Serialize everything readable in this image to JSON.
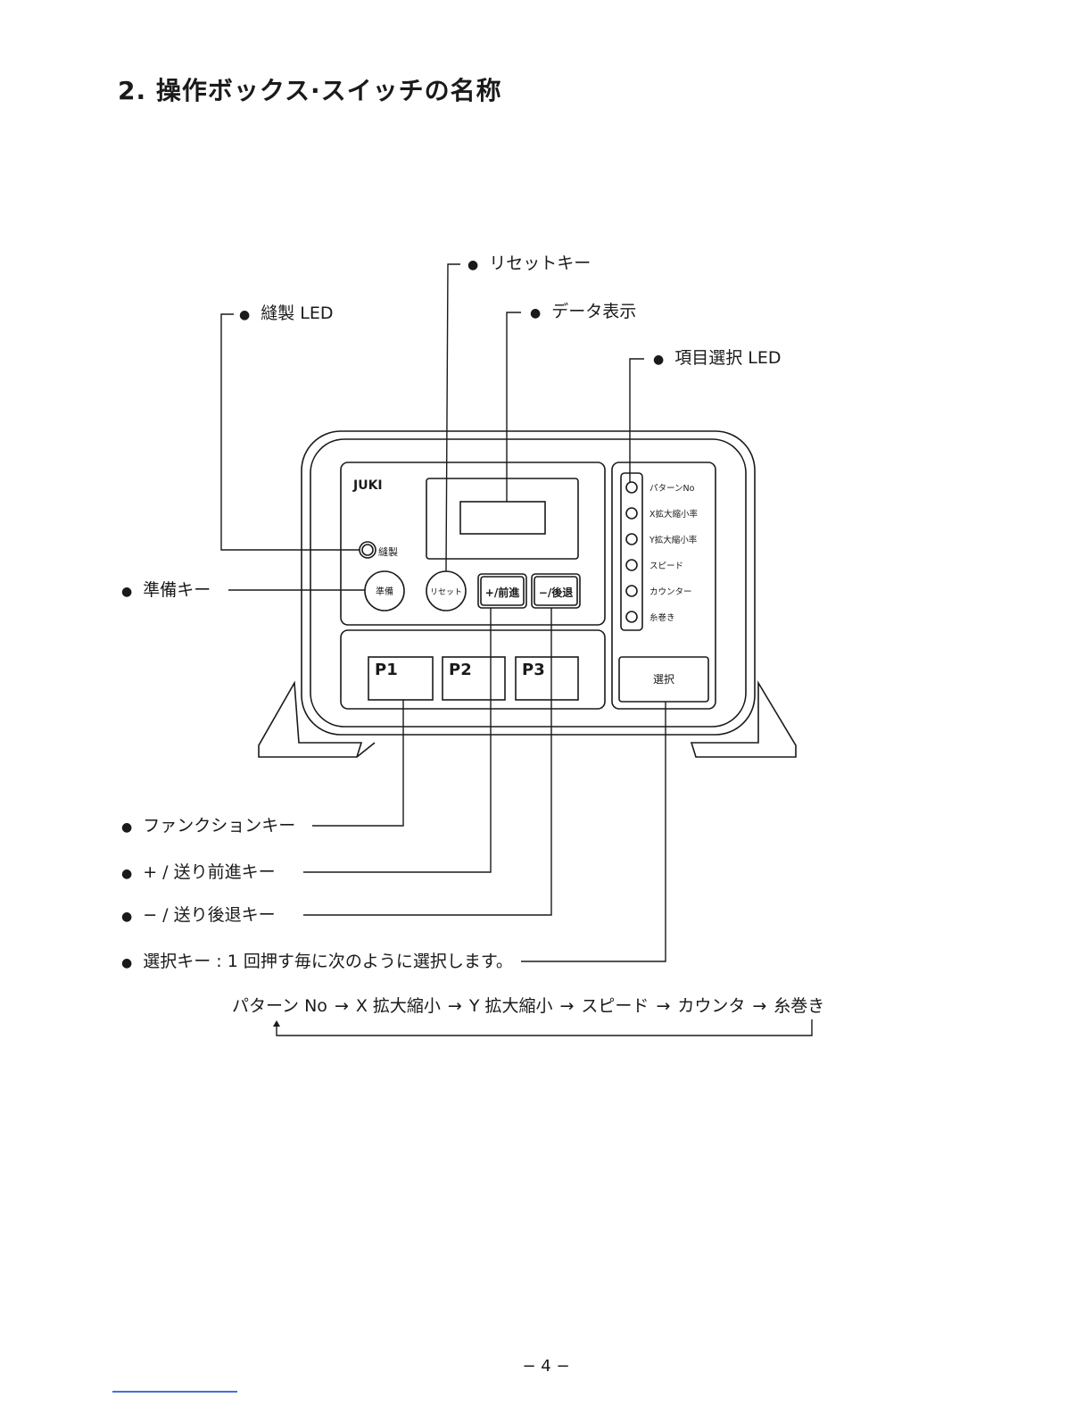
{
  "title": "2. 操作ボックス·スイッチの名称",
  "callouts": {
    "reset_key": "リセットキー",
    "sewing_led": "縫製 LED",
    "data_display": "データ表示",
    "item_select_led": "項目選択 LED",
    "ready_key": "準備キー",
    "function_key": "ファンクションキー",
    "plus_key": "+ / 送り前進キー",
    "minus_key": "− / 送り後退キー",
    "select_key": "選択キー : 1 回押す毎に次のように選択します。"
  },
  "panel": {
    "brand": "JUKI",
    "sewing_led_label": "縫製",
    "ready_button": "準備",
    "reset_button": "リセット",
    "plus_button": "+/前進",
    "minus_button": "−/後退",
    "p1": "P1",
    "p2": "P2",
    "p3": "P3",
    "select_button": "選択",
    "led_items": [
      "パターンNo",
      "X拡大縮小率",
      "Y拡大縮小率",
      "スピード",
      "カウンター",
      "糸巻き"
    ]
  },
  "cycle": [
    "パターン No",
    "X 拡大縮小",
    "Y 拡大縮小",
    "スピード",
    "カウンタ",
    "糸巻き"
  ],
  "cycle_arrow": "→",
  "page_number": "− 4 −"
}
